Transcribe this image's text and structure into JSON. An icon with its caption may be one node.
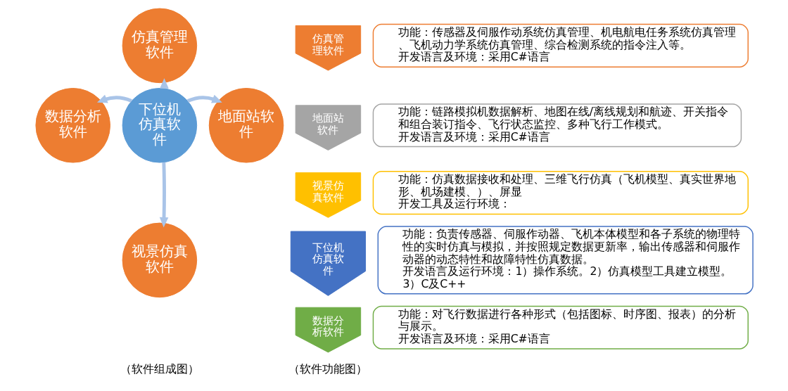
{
  "diagram": {
    "nodes": [
      {
        "text": [
          "仿真管理软件"
        ]
      },
      {
        "text": [
          "数据分析软件"
        ]
      },
      {
        "text": [
          "下位机仿真软件"
        ]
      },
      {
        "text": [
          "地面站软件"
        ]
      },
      {
        "text": [
          "视景仿真软件"
        ]
      },
      {
        "text": [
          "仿真管理软件"
        ]
      },
      {
        "text": [
          "功能：传感器及伺服作动系统仿真管理、机电航电任务系统仿真管理、飞机动力学系统仿真管理、综合检测系统的指令注入等。",
          "开发语言及环境：采用C#语言"
        ]
      },
      {
        "text": [
          "地面站软件"
        ]
      },
      {
        "text": [
          "功能：链路模拟机数据解析、地图在线/离线规划和航迹、开关指令和组合装订指令、飞行状态监控、多种飞行工作模式。",
          "开发语言及环境：采用C#语言"
        ]
      },
      {
        "text": [
          "视景仿真软件"
        ]
      },
      {
        "text": [
          "功能：仿真数据接收和处理、三维飞行仿真（飞机模型、真实世界地形、机场建模、）、屏显",
          "开发工具及运行环境："
        ]
      },
      {
        "text": [
          "下位机仿真软件"
        ]
      },
      {
        "text": [
          "功能：负责传感器、伺服作动器、飞机本体模型和各子系统的物理特性的实时仿真与模拟，并按照规定数据更新率，输出传感器和伺服作动器的动态特性和故障特性仿真数据。",
          "开发语言及运行环境：1）操作系统。2）仿真模型工具建立模型。3）C及C++"
        ]
      },
      {
        "text": [
          "数据分析软件"
        ]
      },
      {
        "text": [
          "功能：对飞行数据进行各种形式（包括图标、时序图、报表）的分析与展示。",
          "开发语言及环境：采用C#语言"
        ]
      }
    ],
    "edges": [
      {
        "from": 2,
        "to": 0,
        "arrow": "to"
      },
      {
        "from": 2,
        "to": 1,
        "arrow": "to"
      },
      {
        "from": 2,
        "to": 3,
        "arrow": "to"
      },
      {
        "from": 2,
        "to": 4,
        "arrow": "to"
      }
    ],
    "labels": [
      "（软件组成图）",
      "（软件功能图）"
    ]
  }
}
